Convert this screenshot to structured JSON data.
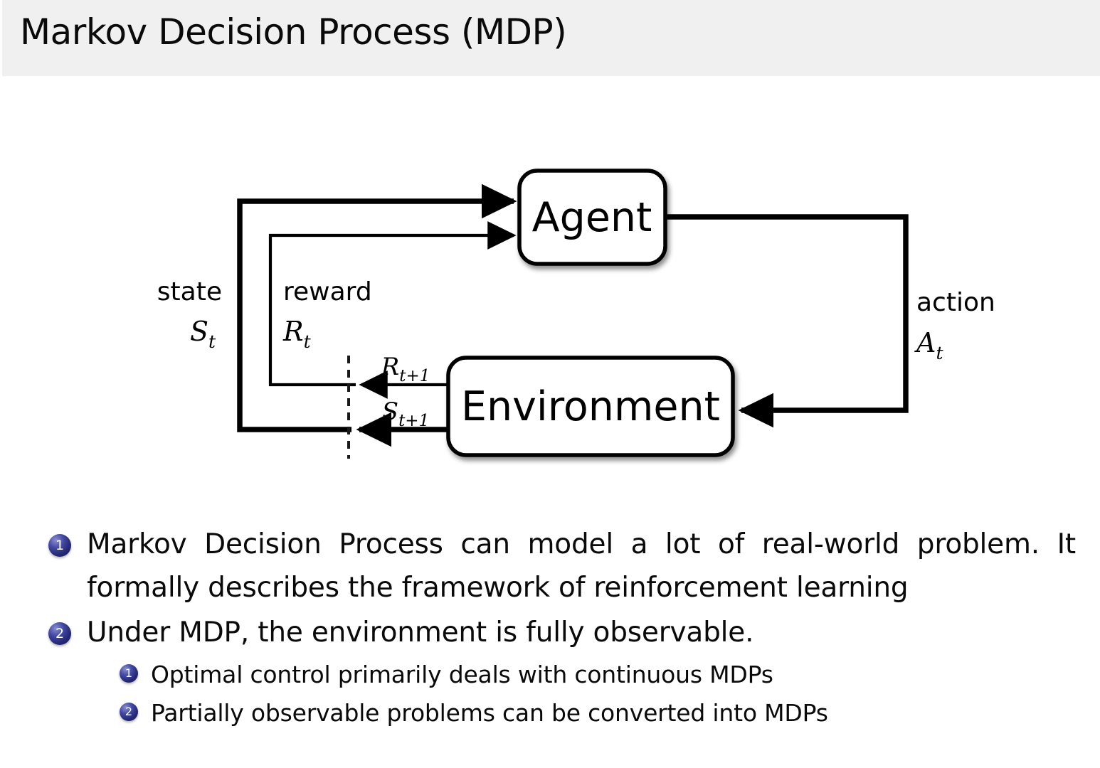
{
  "slide": {
    "title": "Markov Decision Process (MDP)",
    "title_bar_color": "#f0f0f0",
    "background_color": "#ffffff",
    "text_color": "#0a0a0a",
    "bullet_badge_color": "#262a78"
  },
  "diagram": {
    "name": "agent-environment-interaction-loop",
    "nodes": {
      "agent": "Agent",
      "environment": "Environment"
    },
    "edge_labels": {
      "state_word": "state",
      "state_symbol": "S",
      "state_symbol_sub": "t",
      "reward_word": "reward",
      "reward_symbol": "R",
      "reward_symbol_sub": "t",
      "action_word": "action",
      "action_symbol": "A",
      "action_symbol_sub": "t",
      "reward_next_symbol": "R",
      "reward_next_sub": "t+1",
      "state_next_symbol": "S",
      "state_next_sub": "t+1"
    }
  },
  "bullets": [
    {
      "number": "1",
      "level": 1,
      "text": "Markov Decision Process can model a lot of real-world problem. It formally describes the framework of reinforcement learning"
    },
    {
      "number": "2",
      "level": 1,
      "text": "Under MDP, the environment is fully observable."
    },
    {
      "number": "1",
      "level": 2,
      "text": "Optimal control primarily deals with continuous MDPs"
    },
    {
      "number": "2",
      "level": 2,
      "text": "Partially observable problems can be converted into MDPs"
    }
  ]
}
